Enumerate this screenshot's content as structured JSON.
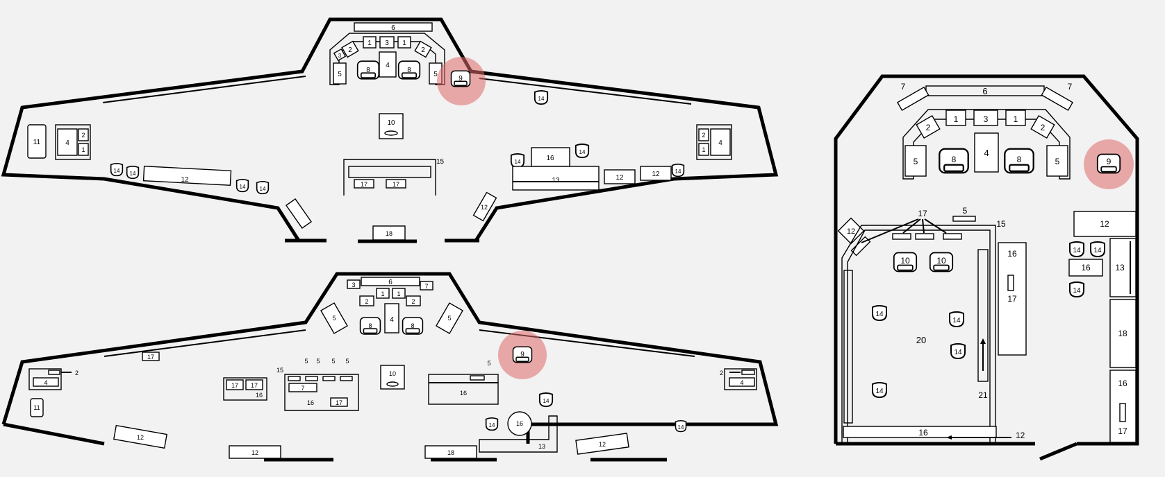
{
  "plan_top": {
    "n6": "6",
    "n3": "3",
    "n1a": "1",
    "n1b": "1",
    "n2a": "2",
    "n2b": "2",
    "n3s": "3",
    "n4": "4",
    "n5a": "5",
    "n5b": "5",
    "n8a": "8",
    "n8b": "8",
    "n9": "9",
    "n10": "10",
    "n11": "11",
    "n4l": "4",
    "n2l": "2",
    "n1l": "1",
    "n4r": "4",
    "n2r": "2",
    "n1r": "1",
    "n14a": "14",
    "n14b": "14",
    "n14c": "14",
    "n14d": "14",
    "n14e": "14",
    "n14f": "14",
    "n14g": "14",
    "n14h": "14",
    "n12a": "12",
    "n12b": "12",
    "n12c": "12",
    "n12d": "12",
    "n15": "15",
    "n17a": "17",
    "n17b": "17",
    "n16": "16",
    "n13": "13",
    "n18": "18"
  },
  "plan_bottom": {
    "n6": "6",
    "n3": "3",
    "n7": "7",
    "n1a": "1",
    "n1b": "1",
    "n2a": "2",
    "n2b": "2",
    "n4": "4",
    "n5a": "5",
    "n5b": "5",
    "n8a": "8",
    "n8b": "8",
    "n9": "9",
    "n17top": "17",
    "n2l": "2",
    "n4l": "4",
    "n11": "11",
    "n2r": "2",
    "n4r": "4",
    "n15": "15",
    "n5c": "5",
    "n5d": "5",
    "n5e": "5",
    "n5f": "5",
    "n7b": "7",
    "n16a": "16",
    "n17a": "17",
    "n17b": "17",
    "n17c": "17",
    "n16b": "16",
    "n10": "10",
    "n5g": "5",
    "n16c": "16",
    "n14a": "14",
    "n14b": "14",
    "n14c": "14",
    "n16d": "16",
    "n13": "13",
    "n12a": "12",
    "n12b": "12",
    "n12c": "12",
    "n18": "18"
  },
  "plan_right": {
    "n7a": "7",
    "n7b": "7",
    "n6": "6",
    "n1a": "1",
    "n3": "3",
    "n1b": "1",
    "n2a": "2",
    "n2b": "2",
    "n5a": "5",
    "n5b": "5",
    "n8a": "8",
    "n8b": "8",
    "n4": "4",
    "n9": "9",
    "n17": "17",
    "n5c": "5",
    "n15": "15",
    "n12a": "12",
    "n12b": "12",
    "n10a": "10",
    "n10b": "10",
    "n16a": "16",
    "n17b": "17",
    "n14a": "14",
    "n14b": "14",
    "n14c": "14",
    "n14d": "14",
    "n14e": "14",
    "n14f": "14",
    "n14g": "14",
    "n16b": "16",
    "n13": "13",
    "n18": "18",
    "n20": "20",
    "n21": "21",
    "n16c": "16",
    "n17c": "17",
    "n16d": "16",
    "n12c": "12"
  },
  "colors": {
    "background": "#f2f2f2",
    "highlight": "#e06a6a",
    "line": "#000000"
  }
}
